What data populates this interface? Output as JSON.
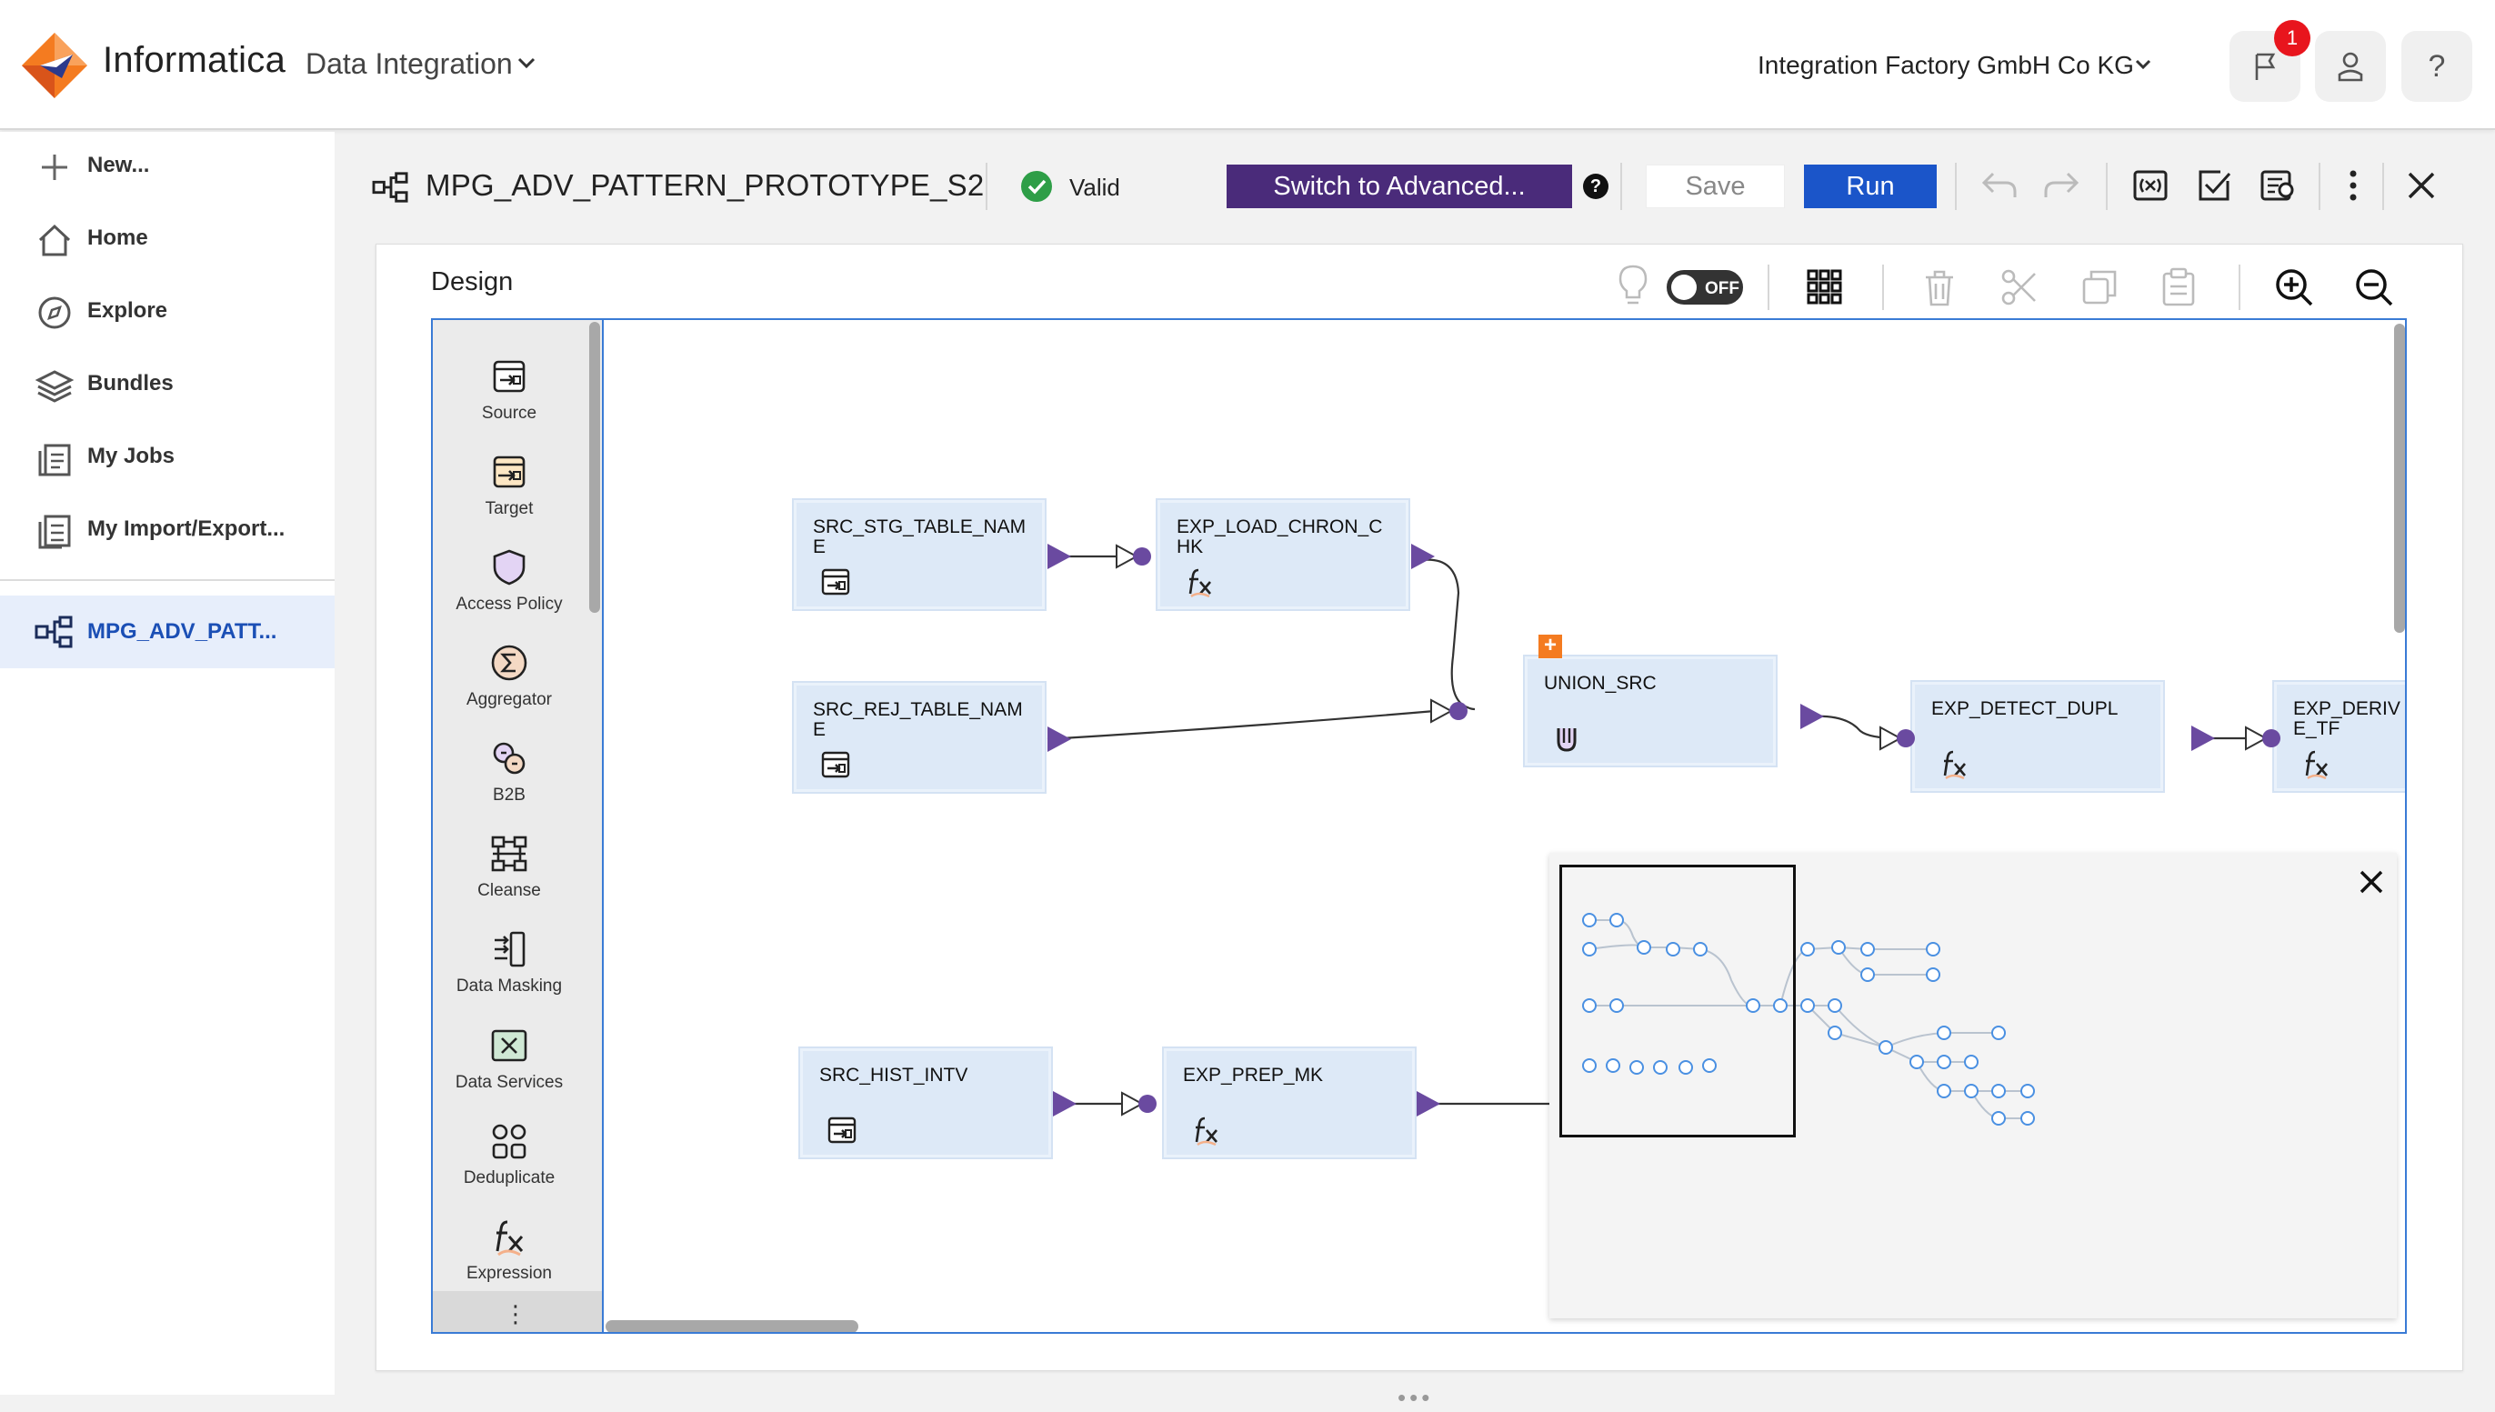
{
  "header": {
    "brand": "Informatica",
    "product": "Data Integration",
    "org": "Integration Factory GmbH Co KG",
    "notification_count": "1",
    "help": "?"
  },
  "nav": {
    "new": "New...",
    "home": "Home",
    "explore": "Explore",
    "bundles": "Bundles",
    "my_jobs": "My Jobs",
    "import_export": "My Import/Export...",
    "active_mapping": "MPG_ADV_PATT..."
  },
  "mapping": {
    "title": "MPG_ADV_PATTERN_PROTOTYPE_S2",
    "status": "Valid",
    "switch_label": "Switch to Advanced...",
    "help_glyph": "?",
    "save_label": "Save",
    "run_label": "Run"
  },
  "design": {
    "label": "Design",
    "toggle_label": "OFF"
  },
  "palette": {
    "items": [
      "Source",
      "Target",
      "Access Policy",
      "Aggregator",
      "B2B",
      "Cleanse",
      "Data Masking",
      "Data Services",
      "Deduplicate",
      "Expression"
    ],
    "more": "⋮"
  },
  "nodes": {
    "src_stg": "SRC_STG_TABLE_NAME",
    "exp_load": "EXP_LOAD_CHRON_CHK",
    "src_rej": "SRC_REJ_TABLE_NAME",
    "union": "UNION_SRC",
    "exp_detect": "EXP_DETECT_DUPL",
    "exp_derive": "EXP_DERIVE_TF",
    "src_hist": "SRC_HIST_INTV",
    "exp_prep": "EXP_PREP_MK"
  },
  "colors": {
    "brand_purple": "#4a2b7a",
    "run_blue": "#1b55c9",
    "port_purple": "#6a4aa0",
    "node_fill": "#dde9f7",
    "valid_green": "#2e9e47",
    "badge_red": "#e8151d"
  },
  "footer": {
    "resize_handle": "•••"
  }
}
